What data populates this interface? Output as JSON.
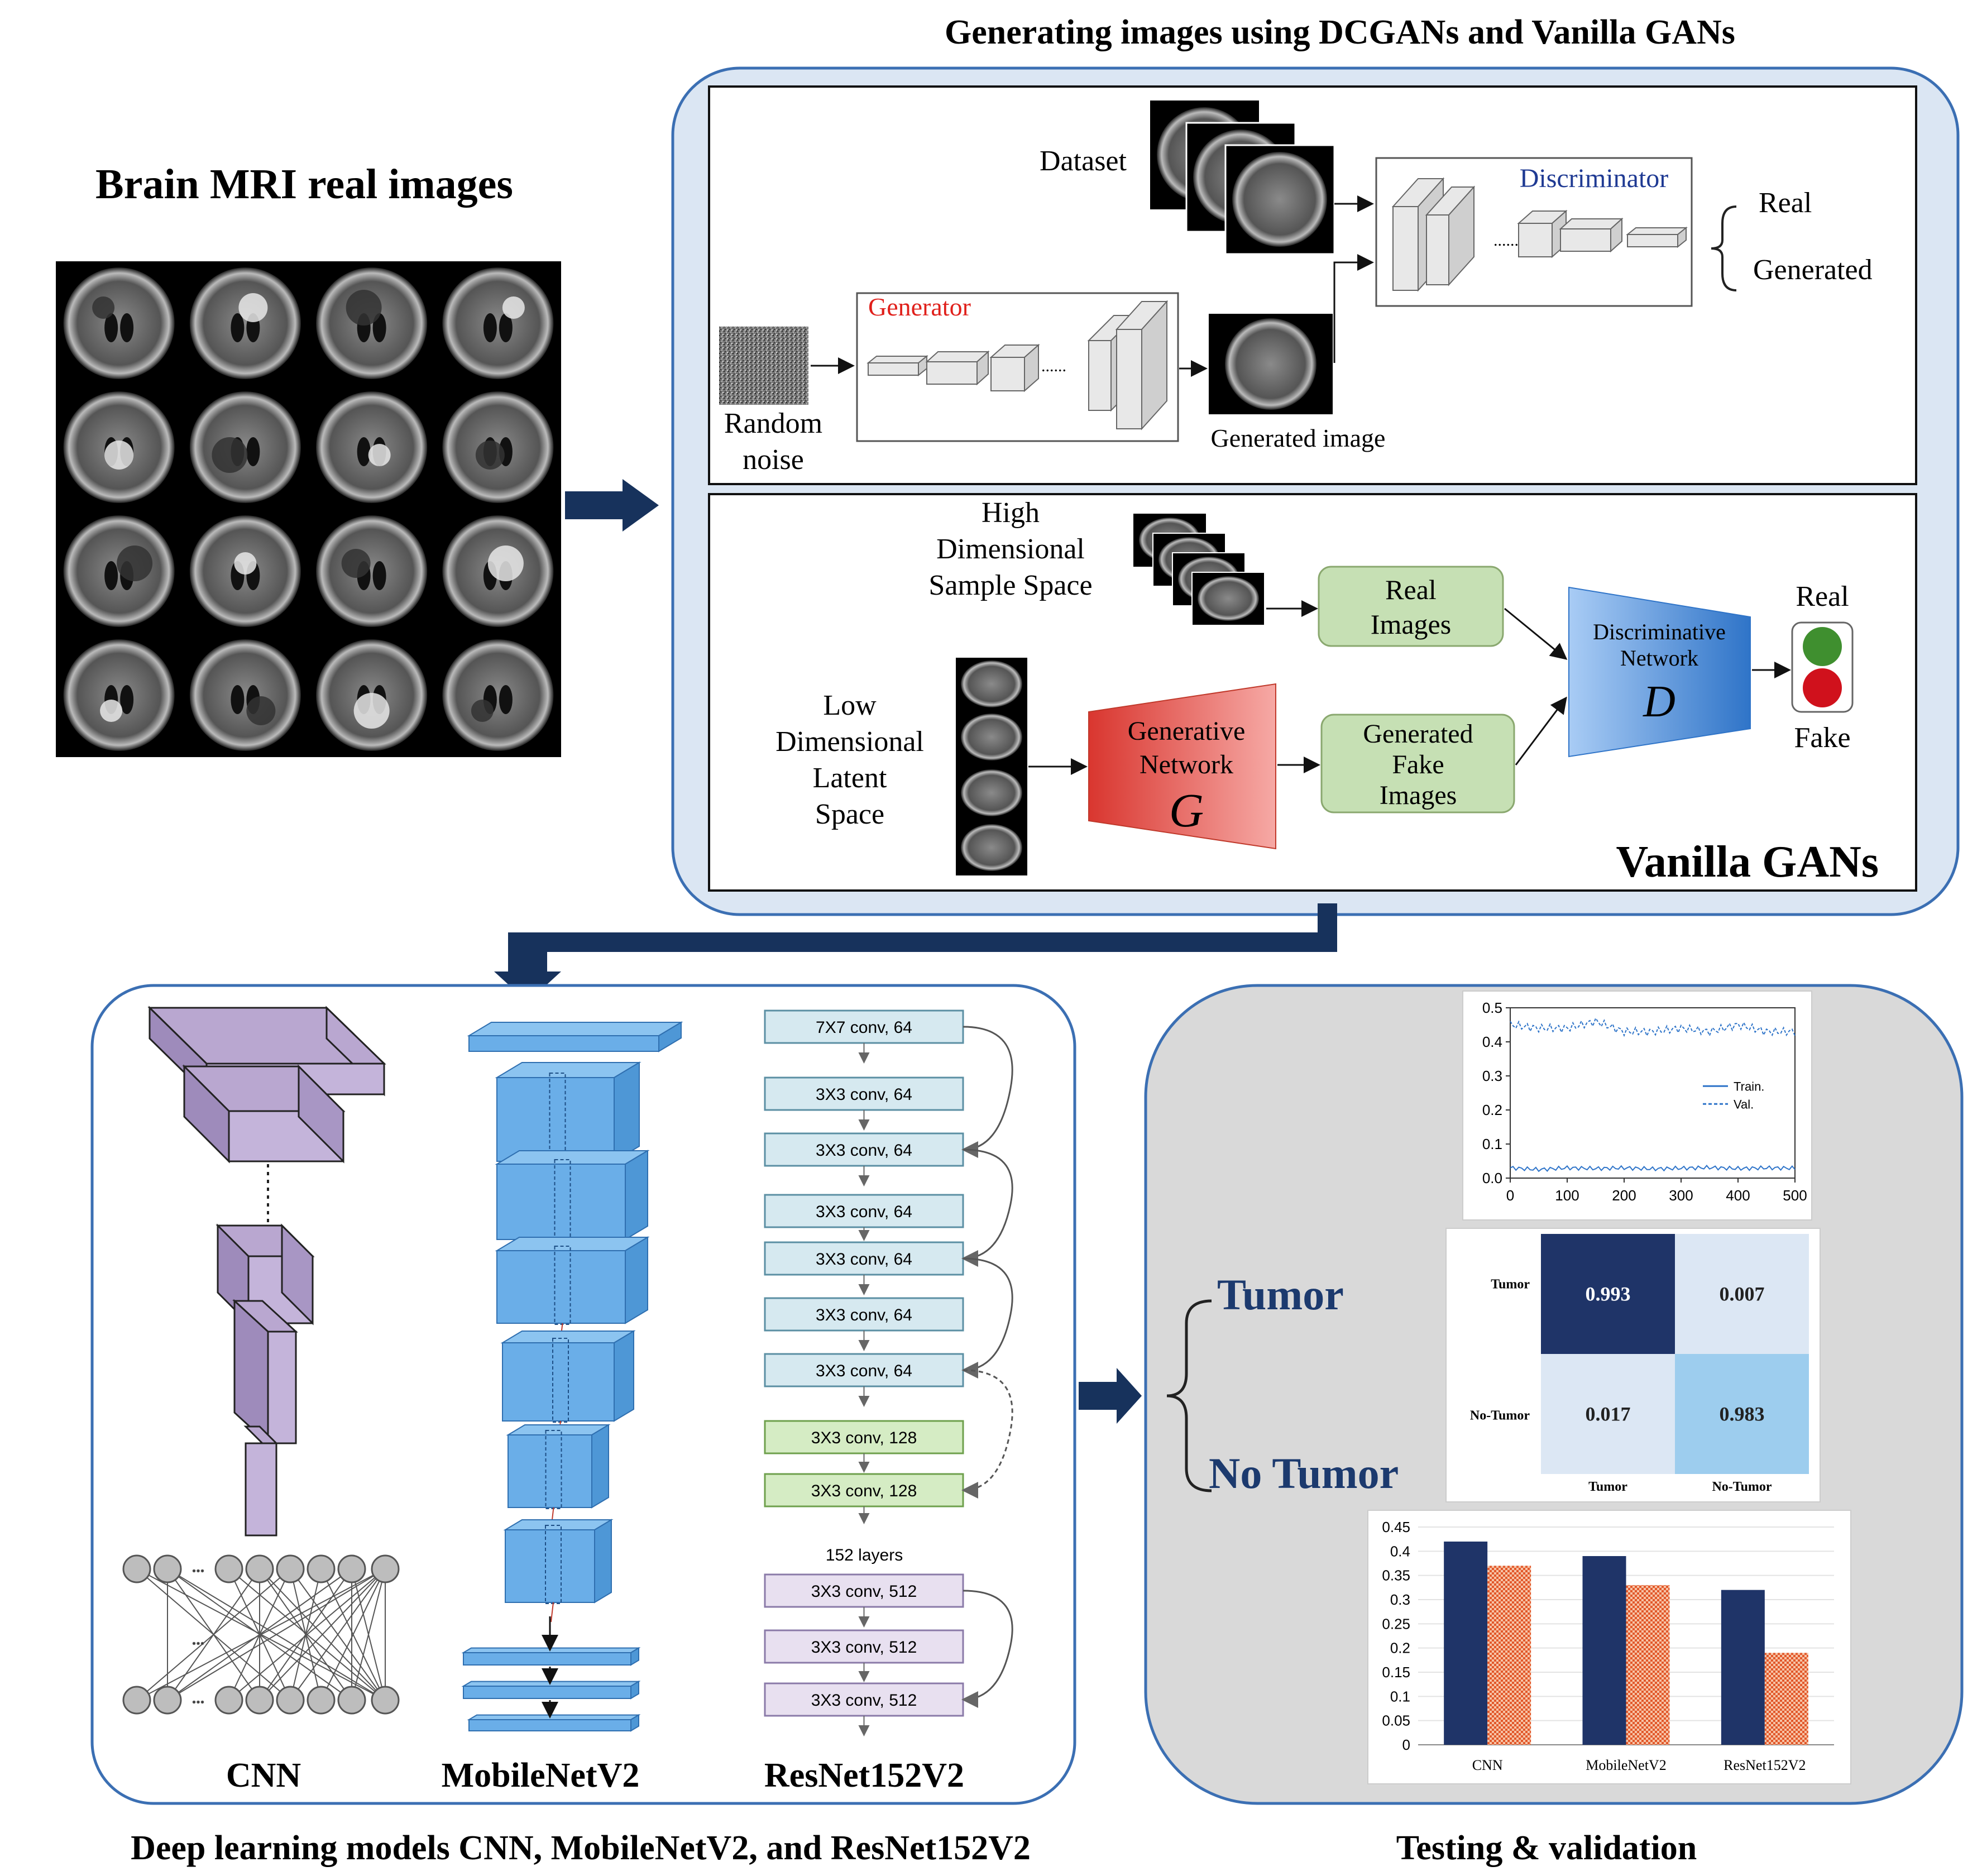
{
  "titles": {
    "real_images": "Brain MRI real images",
    "generating": "Generating images using DCGANs and Vanilla GANs",
    "deep_learning": "Deep learning models CNN, MobileNetV2, and ResNet152V2",
    "testing": "Testing & validation"
  },
  "dcgan": {
    "dataset": "Dataset",
    "discriminator": "Discriminator",
    "generator": "Generator",
    "real": "Real",
    "generated": "Generated",
    "random": "Random",
    "noise": "noise",
    "generated_image": "Generated image"
  },
  "vanilla": {
    "high_1": "High",
    "high_2": "Dimensional",
    "high_3": "Sample Space",
    "low_1": "Low",
    "low_2": "Dimensional",
    "low_3": "Latent",
    "low_4": "Space",
    "real_images_1": "Real",
    "real_images_2": "Images",
    "gen_fake_1": "Generated",
    "gen_fake_2": "Fake",
    "gen_fake_3": "Images",
    "gen_net_1": "Generative",
    "gen_net_2": "Network",
    "gen_net_letter": "G",
    "disc_net_1": "Discriminative",
    "disc_net_2": "Network",
    "disc_net_letter": "D",
    "real": "Real",
    "fake": "Fake",
    "title": "Vanilla GANs"
  },
  "models": {
    "cnn": "CNN",
    "mobilenet": "MobileNetV2",
    "resnet": "ResNet152V2",
    "resnet_layers": [
      "7X7 conv, 64",
      "3X3 conv, 64",
      "3X3 conv, 64",
      "3X3 conv, 64",
      "3X3 conv, 64",
      "3X3 conv, 64",
      "3X3 conv, 64",
      "3X3 conv, 128",
      "3X3 conv, 128",
      "3X3 conv, 512",
      "3X3 conv, 512",
      "3X3 conv, 512"
    ],
    "resnet_count": "152 layers"
  },
  "output": {
    "tumor": "Tumor",
    "no_tumor": "No Tumor"
  },
  "colors": {
    "panel_border": "#3b6fb3",
    "panel_fill_top": "#dbe6f3",
    "panel_fill_test": "#d9d9d9",
    "arrow": "#17325c",
    "cnn_purple": "#b9a7d0",
    "mobilenet_blue": "#6aaee8",
    "green_box": "#c6e0b4",
    "gen_red": "#e8443c",
    "disc_blue": "#4a90e2",
    "bar_navy": "#1f3468",
    "bar_orange": "#e8703a",
    "line_blue": "#2e74c9"
  },
  "chart_data": [
    {
      "type": "line",
      "title": "",
      "x": [
        0,
        50,
        100,
        150,
        200,
        250,
        300,
        350,
        400,
        450,
        500
      ],
      "series": [
        {
          "name": "Train.",
          "values": [
            0.03,
            0.025,
            0.03,
            0.028,
            0.03,
            0.027,
            0.029,
            0.031,
            0.028,
            0.03,
            0.029
          ]
        },
        {
          "name": "Val.",
          "values": [
            0.45,
            0.44,
            0.44,
            0.46,
            0.43,
            0.43,
            0.44,
            0.43,
            0.45,
            0.43,
            0.43
          ]
        }
      ],
      "xticks": [
        "0",
        "100",
        "200",
        "300",
        "400",
        "500"
      ],
      "yticks": [
        "0.0",
        "0.1",
        "0.2",
        "0.3",
        "0.4",
        "0.5"
      ],
      "xlim": [
        0,
        500
      ],
      "ylim": [
        0,
        0.5
      ],
      "legend": "right"
    },
    {
      "type": "heatmap",
      "rows": [
        "Tumor",
        "No-Tumor"
      ],
      "cols": [
        "Tumor",
        "No-Tumor"
      ],
      "values": [
        [
          0.993,
          0.007
        ],
        [
          0.017,
          0.983
        ]
      ],
      "labels": [
        [
          "0.993",
          "0.007"
        ],
        [
          "0.017",
          "0.983"
        ]
      ]
    },
    {
      "type": "bar",
      "categories": [
        "CNN",
        "MobileNetV2",
        "ResNet152V2"
      ],
      "series": [
        {
          "values": [
            0.42,
            0.39,
            0.32
          ]
        },
        {
          "values": [
            0.37,
            0.33,
            0.19
          ]
        }
      ],
      "yticks": [
        "0",
        "0.05",
        "0.1",
        "0.15",
        "0.2",
        "0.25",
        "0.3",
        "0.35",
        "0.4",
        "0.45"
      ],
      "ylim": [
        0,
        0.45
      ]
    }
  ]
}
